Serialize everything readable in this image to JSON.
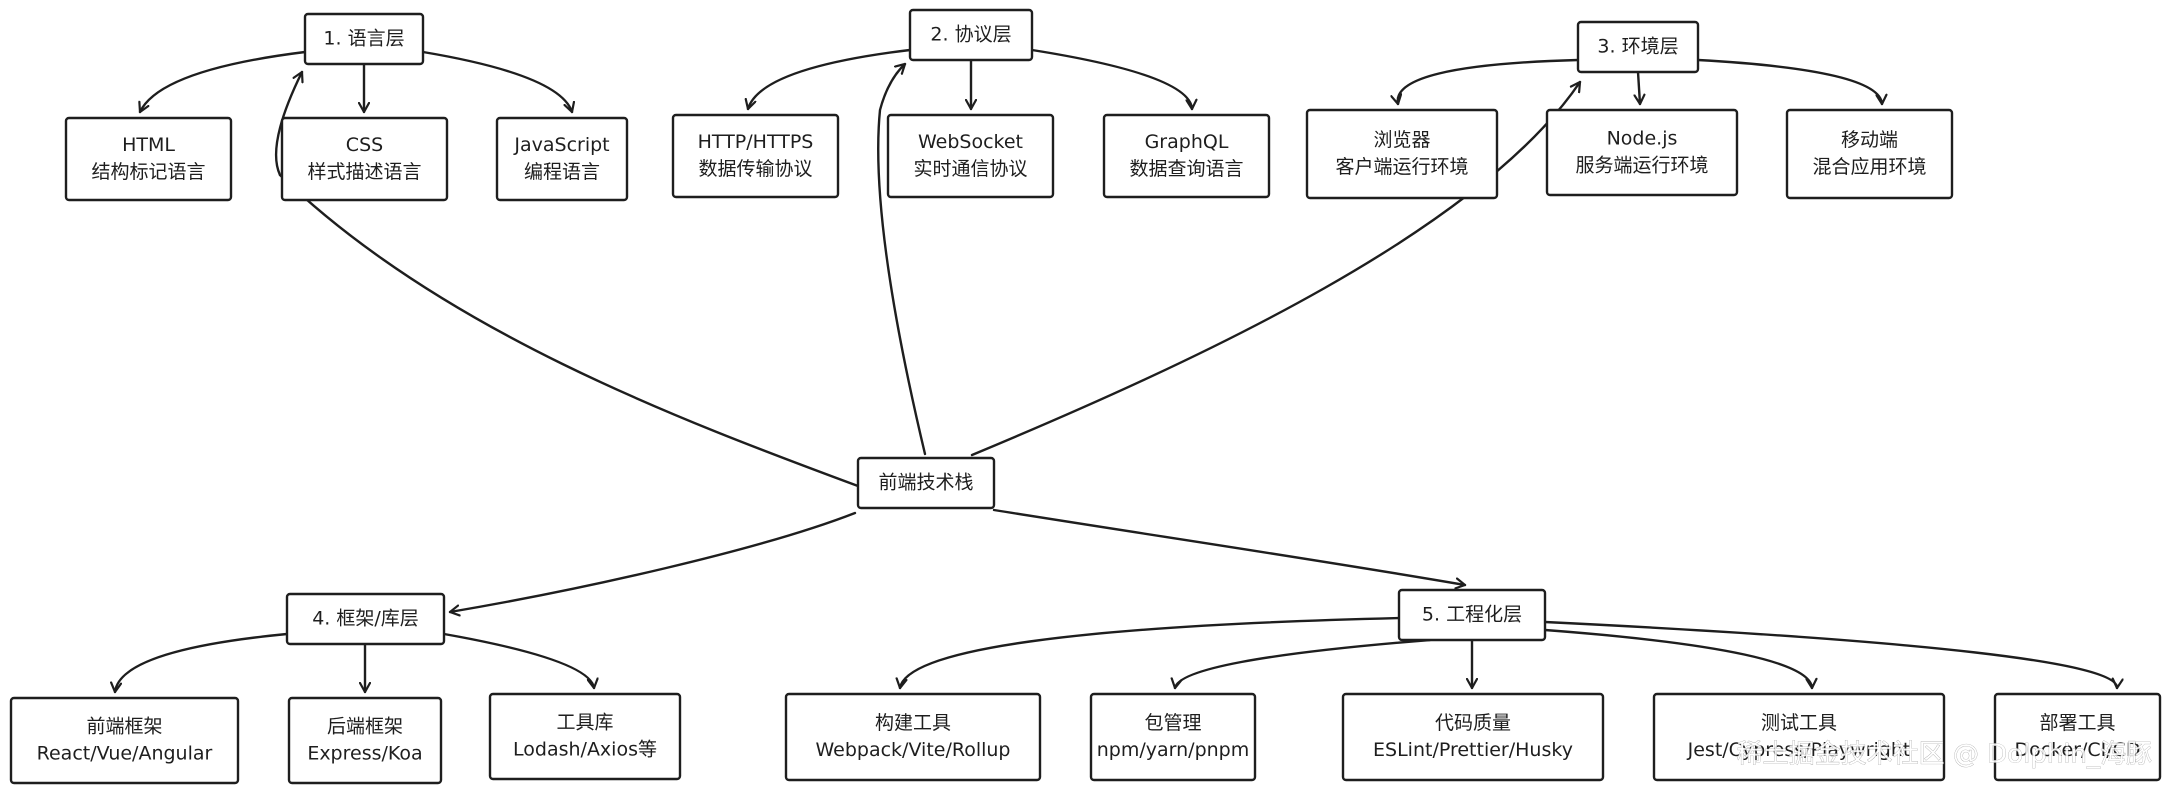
{
  "root": {
    "id": "root",
    "lines": [
      "前端技术栈"
    ]
  },
  "categories": [
    {
      "id": "c1",
      "lines": [
        "1. 语言层"
      ],
      "children": [
        {
          "id": "c1a",
          "lines": [
            "HTML",
            "结构标记语言"
          ]
        },
        {
          "id": "c1b",
          "lines": [
            "CSS",
            "样式描述语言"
          ]
        },
        {
          "id": "c1c",
          "lines": [
            "JavaScript",
            "编程语言"
          ]
        }
      ]
    },
    {
      "id": "c2",
      "lines": [
        "2. 协议层"
      ],
      "children": [
        {
          "id": "c2a",
          "lines": [
            "HTTP/HTTPS",
            "数据传输协议"
          ]
        },
        {
          "id": "c2b",
          "lines": [
            "WebSocket",
            "实时通信协议"
          ]
        },
        {
          "id": "c2c",
          "lines": [
            "GraphQL",
            "数据查询语言"
          ]
        }
      ]
    },
    {
      "id": "c3",
      "lines": [
        "3. 环境层"
      ],
      "children": [
        {
          "id": "c3a",
          "lines": [
            "浏览器",
            "客户端运行环境"
          ]
        },
        {
          "id": "c3b",
          "lines": [
            "Node.js",
            "服务端运行环境"
          ]
        },
        {
          "id": "c3c",
          "lines": [
            "移动端",
            "混合应用环境"
          ]
        }
      ]
    },
    {
      "id": "c4",
      "lines": [
        "4. 框架/库层"
      ],
      "children": [
        {
          "id": "c4a",
          "lines": [
            "前端框架",
            "React/Vue/Angular"
          ]
        },
        {
          "id": "c4b",
          "lines": [
            "后端框架",
            "Express/Koa"
          ]
        },
        {
          "id": "c4c",
          "lines": [
            "工具库",
            "Lodash/Axios等"
          ]
        }
      ]
    },
    {
      "id": "c5",
      "lines": [
        "5. 工程化层"
      ],
      "children": [
        {
          "id": "c5a",
          "lines": [
            "构建工具",
            "Webpack/Vite/Rollup"
          ]
        },
        {
          "id": "c5b",
          "lines": [
            "包管理",
            "npm/yarn/pnpm"
          ]
        },
        {
          "id": "c5c",
          "lines": [
            "代码质量",
            "ESLint/Prettier/Husky"
          ]
        },
        {
          "id": "c5d",
          "lines": [
            "测试工具",
            "Jest/Cypress/Playwright"
          ]
        },
        {
          "id": "c5e",
          "lines": [
            "部署工具",
            "Docker/CI/CD"
          ]
        }
      ]
    }
  ],
  "watermark": "稀土掘金技术社区 @ Dolphin_海豚",
  "colors": {
    "stroke": "#1e1e1e",
    "background": "#ffffff"
  }
}
